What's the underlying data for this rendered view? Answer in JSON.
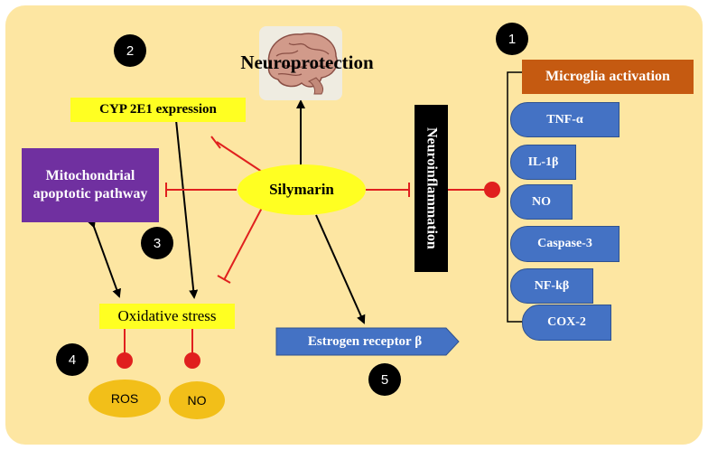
{
  "title": "Neuroprotection",
  "center": "Silymarin",
  "cyp": "CYP 2E1 expression",
  "mito": "Mitochondrial apoptotic pathway",
  "oxidative": "Oxidative stress",
  "neuroinflammation": "Neuroinflammation",
  "estrogen": "Estrogen receptor β",
  "microglia": "Microglia activation",
  "markers": [
    "TNF-α",
    "IL-1β",
    "NO",
    "Caspase-3",
    "NF-kβ",
    "COX-2"
  ],
  "ros": "ROS",
  "no_small": "NO",
  "numbers": [
    "1",
    "2",
    "3",
    "4",
    "5"
  ],
  "brain_icon": "brain-icon",
  "colors": {
    "background": "#fde6a2",
    "highlight": "#ffff22",
    "purple": "#7030a0",
    "microglia": "#c55a11",
    "marker_blue": "#4472c4",
    "inhibit_red": "#e0201e",
    "oval_gold": "#f2bf19"
  }
}
